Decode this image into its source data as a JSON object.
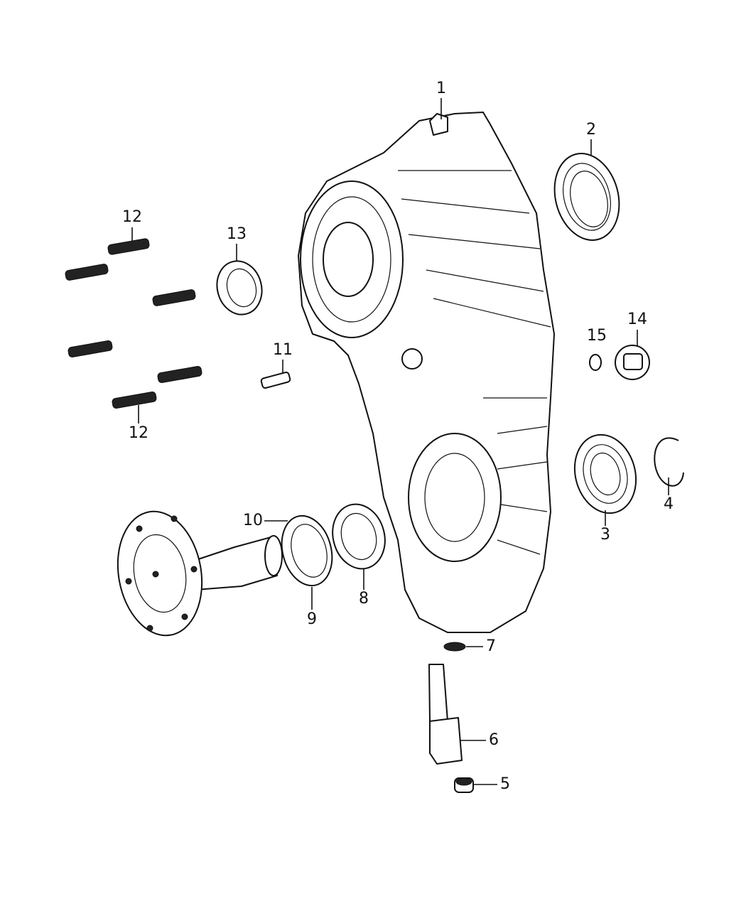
{
  "diagram": {
    "callouts": [
      {
        "id": "1",
        "label": "1"
      },
      {
        "id": "2",
        "label": "2"
      },
      {
        "id": "3",
        "label": "3"
      },
      {
        "id": "4",
        "label": "4"
      },
      {
        "id": "5",
        "label": "5"
      },
      {
        "id": "6",
        "label": "6"
      },
      {
        "id": "7",
        "label": "7"
      },
      {
        "id": "8",
        "label": "8"
      },
      {
        "id": "9",
        "label": "9"
      },
      {
        "id": "10",
        "label": "10"
      },
      {
        "id": "11",
        "label": "11"
      },
      {
        "id": "12a",
        "label": "12"
      },
      {
        "id": "12b",
        "label": "12"
      },
      {
        "id": "13",
        "label": "13"
      },
      {
        "id": "14",
        "label": "14"
      },
      {
        "id": "15",
        "label": "15"
      }
    ]
  }
}
